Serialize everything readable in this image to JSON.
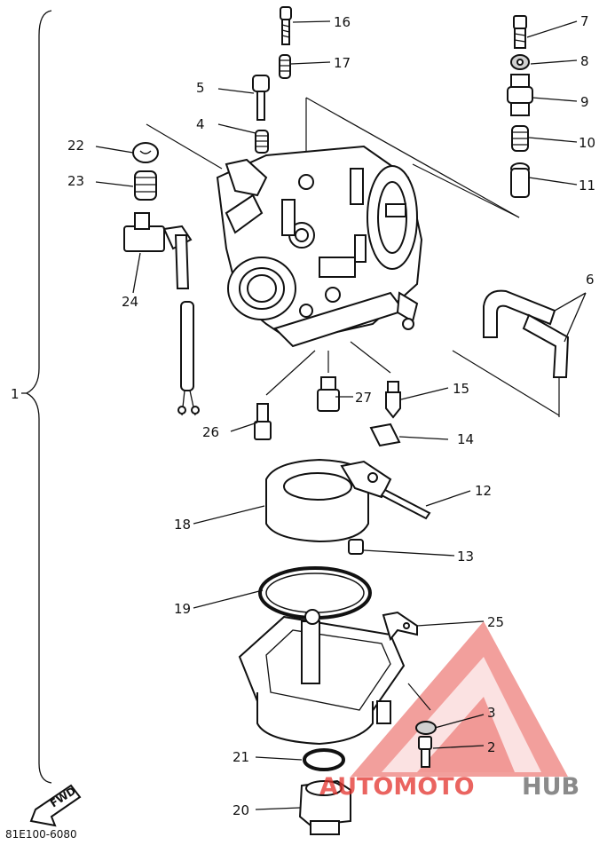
{
  "diagram_code": "81E100-6080",
  "fwd_label": "FWD",
  "assembly_label": "1",
  "callouts": [
    {
      "id": "c2",
      "text": "2"
    },
    {
      "id": "c3",
      "text": "3"
    },
    {
      "id": "c4",
      "text": "4"
    },
    {
      "id": "c5",
      "text": "5"
    },
    {
      "id": "c6",
      "text": "6"
    },
    {
      "id": "c7",
      "text": "7"
    },
    {
      "id": "c8",
      "text": "8"
    },
    {
      "id": "c9",
      "text": "9"
    },
    {
      "id": "c10",
      "text": "10"
    },
    {
      "id": "c11",
      "text": "11"
    },
    {
      "id": "c12",
      "text": "12"
    },
    {
      "id": "c13",
      "text": "13"
    },
    {
      "id": "c14",
      "text": "14"
    },
    {
      "id": "c15",
      "text": "15"
    },
    {
      "id": "c16",
      "text": "16"
    },
    {
      "id": "c17",
      "text": "17"
    },
    {
      "id": "c18",
      "text": "18"
    },
    {
      "id": "c19",
      "text": "19"
    },
    {
      "id": "c20",
      "text": "20"
    },
    {
      "id": "c21",
      "text": "21"
    },
    {
      "id": "c22",
      "text": "22"
    },
    {
      "id": "c23",
      "text": "23"
    },
    {
      "id": "c24",
      "text": "24"
    },
    {
      "id": "c25",
      "text": "25"
    },
    {
      "id": "c26",
      "text": "26"
    },
    {
      "id": "c27",
      "text": "27"
    }
  ],
  "watermark": {
    "part1": "AUTOMOTO",
    "part2": "HUB",
    "color_red": "#e3312b",
    "color_gray": "#8a8a8a"
  }
}
